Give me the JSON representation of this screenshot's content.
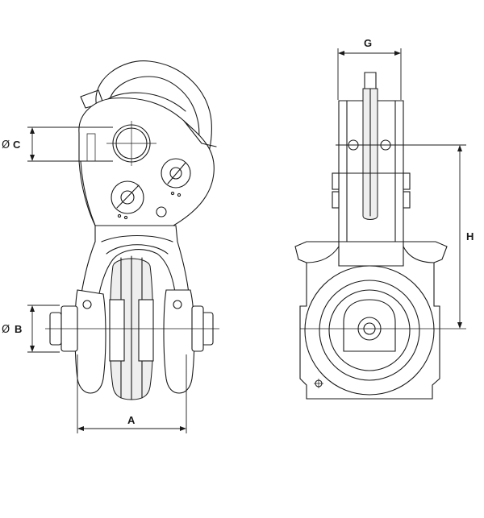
{
  "diagram": {
    "dimensions": {
      "A": "A",
      "B": "B",
      "C": "C",
      "G": "G",
      "H": "H"
    },
    "diameter_symbol": "Ø"
  }
}
